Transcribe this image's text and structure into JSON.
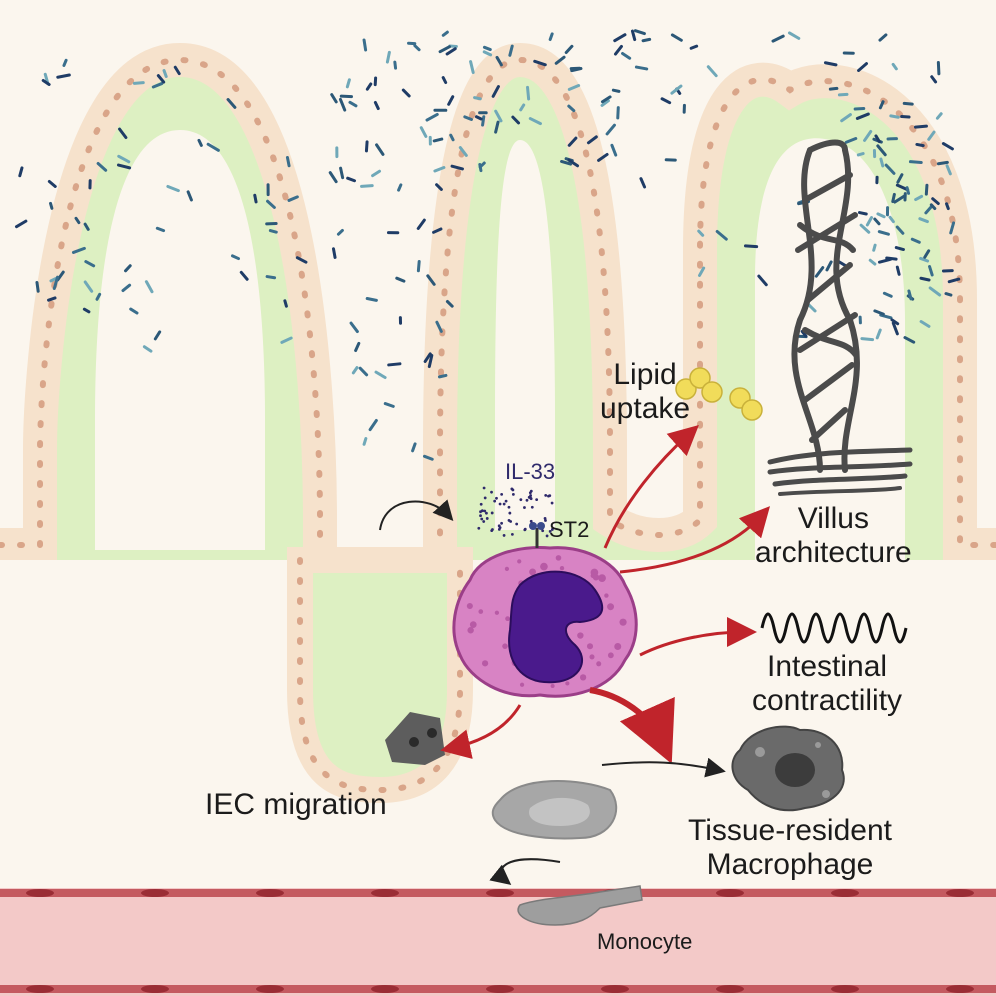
{
  "labels": {
    "il33": "IL-33",
    "st2": "ST2",
    "lipid_line1": "Lipid",
    "lipid_line2": "uptake",
    "villus_line1": "Villus",
    "villus_line2": "architecture",
    "intestinal_line1": "Intestinal",
    "intestinal_line2": "contractility",
    "iec": "IEC migration",
    "tissue_line1": "Tissue-resident",
    "tissue_line2": "Macrophage",
    "monocyte": "Monocyte"
  },
  "colors": {
    "background": "#fbf6ee",
    "lamina": "#ddf0c2",
    "epithelium": "#f6e2cc",
    "nucleus": "#d9a589",
    "arrow_red": "#c0242b",
    "eosinophil_body": "#d883c4",
    "eosinophil_nucleus": "#4a1a8c",
    "il33_dots": "#2f2a6b",
    "lipid": "#f1dc5a",
    "muscle": "#f0b8ba",
    "macrophage": "#6a6a6a",
    "monocyte": "#a7a7a7"
  }
}
